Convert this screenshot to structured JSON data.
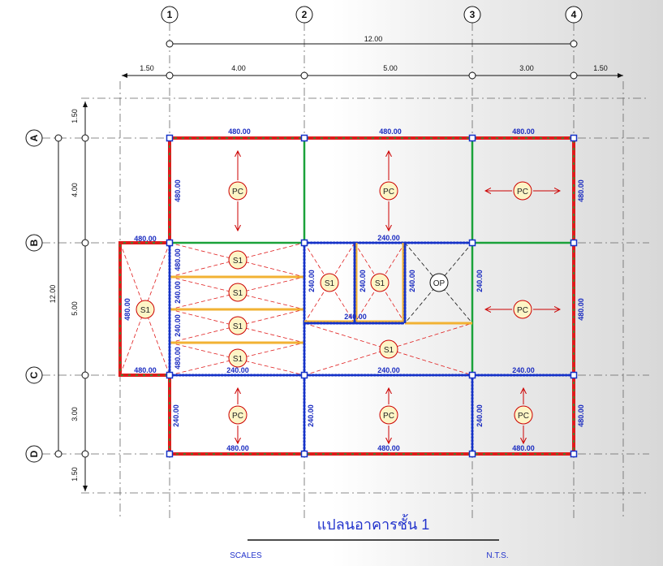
{
  "title": "แปลนอาคารชั้น 1",
  "footer": {
    "left": "SCALES",
    "right": "N.T.S."
  },
  "grid": {
    "columns": [
      "1",
      "2",
      "3",
      "4"
    ],
    "rows": [
      "A",
      "B",
      "C",
      "D"
    ]
  },
  "dims": {
    "top_total": "12.00",
    "top_segments": [
      "1.50",
      "4.00",
      "5.00",
      "3.00",
      "1.50"
    ],
    "left_total": "12.00",
    "left_segments": [
      "1.50",
      "4.00",
      "5.00",
      "3.00",
      "1.50"
    ]
  },
  "beam_labels": {
    "b480": "480.00",
    "b240": "240.00"
  },
  "slab_labels": {
    "pc": "PC",
    "s1": "S1",
    "op": "OP"
  },
  "colors": {
    "red_beam": "#e01b1b",
    "green_beam": "#1aa23a",
    "blue_beam": "#1532c8",
    "yellow_beam": "#f2b233",
    "title": "#2233cc",
    "label": "#1a2bc0"
  }
}
